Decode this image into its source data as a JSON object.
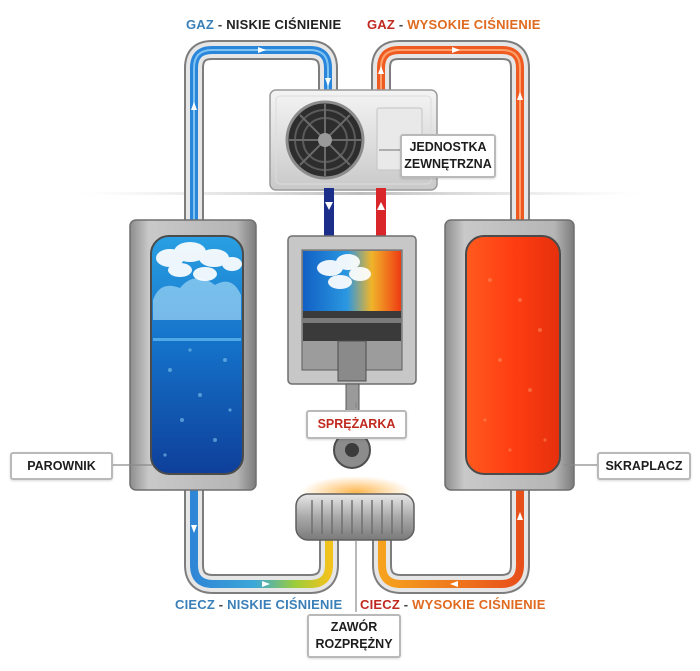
{
  "labels": {
    "gas_low": {
      "part1": "GAZ",
      "sep": " - ",
      "part2": "NISKIE CIŚNIENIE"
    },
    "gas_high": {
      "part1": "GAZ",
      "sep": " - ",
      "part2": "WYSOKIE CIŚNIENIE"
    },
    "liquid_low": {
      "part1": "CIECZ",
      "sep": " - ",
      "part2": "NISKIE CIŚNIENIE"
    },
    "liquid_high": {
      "part1": "CIECZ",
      "sep": " - ",
      "part2": "WYSOKIE CIŚNIENIE"
    }
  },
  "components": {
    "outdoor_unit": {
      "line1": "JEDNOSTKA",
      "line2": "ZEWNĘTRZNA"
    },
    "evaporator": "PAROWNIK",
    "compressor": "SPRĘŻARKA",
    "condenser": "SKRAPLACZ",
    "expansion_valve": {
      "line1": "ZAWÓR",
      "line2": "ROZPRĘŻNY"
    }
  },
  "colors": {
    "low_pressure": "#1f6fbf",
    "high_pressure": "#e0541c",
    "label_blue": "#3a7fb8",
    "label_orange": "#e06a1f",
    "label_red": "#c0291f"
  }
}
